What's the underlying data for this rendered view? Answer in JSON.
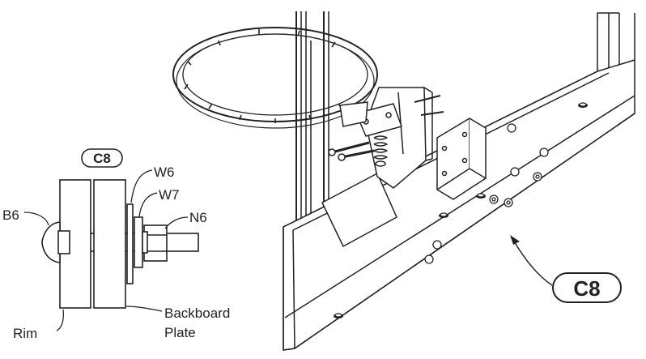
{
  "detail": {
    "badge": "C8",
    "labels": {
      "b6": "B6",
      "w6": "W6",
      "w7": "W7",
      "n6": "N6",
      "rim": "Rim",
      "backboard_line1": "Backboard",
      "backboard_line2": "Plate"
    }
  },
  "callout": {
    "badge": "C8"
  }
}
